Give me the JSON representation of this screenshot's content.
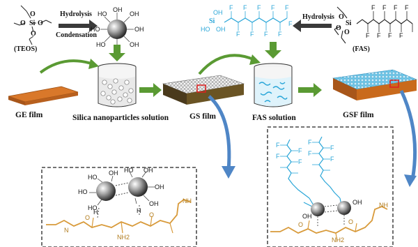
{
  "reagents": {
    "teos_label": "(TEOS)",
    "fas_label": "(FAS)",
    "teos_formula": {
      "si": "Si",
      "o": "O"
    },
    "fas_formula": {
      "si": "Si",
      "o": "O",
      "oh": "OH",
      "ho": "HO",
      "f": "F"
    }
  },
  "reactions": {
    "hydrolysis_left": "Hydrolysis",
    "condensation_left": "Condensation",
    "hydrolysis_right": "Hydrolysis"
  },
  "stages": {
    "ge_film": "GE film",
    "silica_solution": "Silica nanoparticles solution",
    "gs_film": "GS  film",
    "fas_solution": "FAS solution",
    "gsf_film": "GSF film"
  },
  "chem_labels": {
    "oh": "OH",
    "ho": "HO",
    "h": "H",
    "o": "O",
    "nh2": "NH2",
    "nh": "NH",
    "n": "N",
    "f": "F"
  },
  "colors": {
    "arrow_green": "#5a9a33",
    "arrow_dark": "#3a3a3a",
    "blue_callout": "#4f86c6",
    "gelatin_orange": "#d89a3a",
    "fas_blue": "#2aa6d8",
    "film_orange": "#c96a1c",
    "silica_gray": "#9a9a9a"
  }
}
